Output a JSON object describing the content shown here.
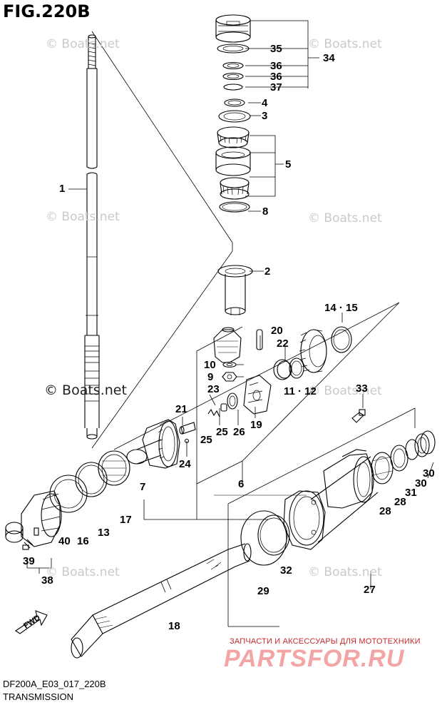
{
  "figure": {
    "title": "FIG.220B",
    "code": "DF200A_E03_017_220B",
    "section": "TRANSMISSION"
  },
  "watermark": {
    "text": "© Boats.net"
  },
  "brand": {
    "tagline": "ЗАПЧАСТИ И АКСЕССУАРЫ ДЛЯ МОТОТЕХНИКИ",
    "logo": "PARTSFOR.RU"
  },
  "direction_marker": "FWD",
  "callouts": {
    "p1": "1",
    "p2": "2",
    "p3": "3",
    "p4": "4",
    "p5": "5",
    "p6": "6",
    "p7": "7",
    "p8": "8",
    "p9": "9",
    "p10": "10",
    "p11_12": "11 · 12",
    "p13": "13",
    "p14_15": "14 · 15",
    "p16": "16",
    "p17": "17",
    "p18": "18",
    "p19": "19",
    "p20": "20",
    "p21": "21",
    "p22": "22",
    "p23": "23",
    "p24": "24",
    "p25a": "25",
    "p25b": "25",
    "p26": "26",
    "p27": "27",
    "p28a": "28",
    "p28b": "28",
    "p29": "29",
    "p30a": "30",
    "p30b": "30",
    "p31": "31",
    "p32": "32",
    "p33": "33",
    "p34": "34",
    "p35": "35",
    "p36a": "36",
    "p36b": "36",
    "p37": "37",
    "p38": "38",
    "p39": "39",
    "p40": "40"
  },
  "colors": {
    "line": "#000000",
    "watermark": "#c9c9c9",
    "brand_red": "#c4282e",
    "brand_pink": "#f3a4a4"
  }
}
